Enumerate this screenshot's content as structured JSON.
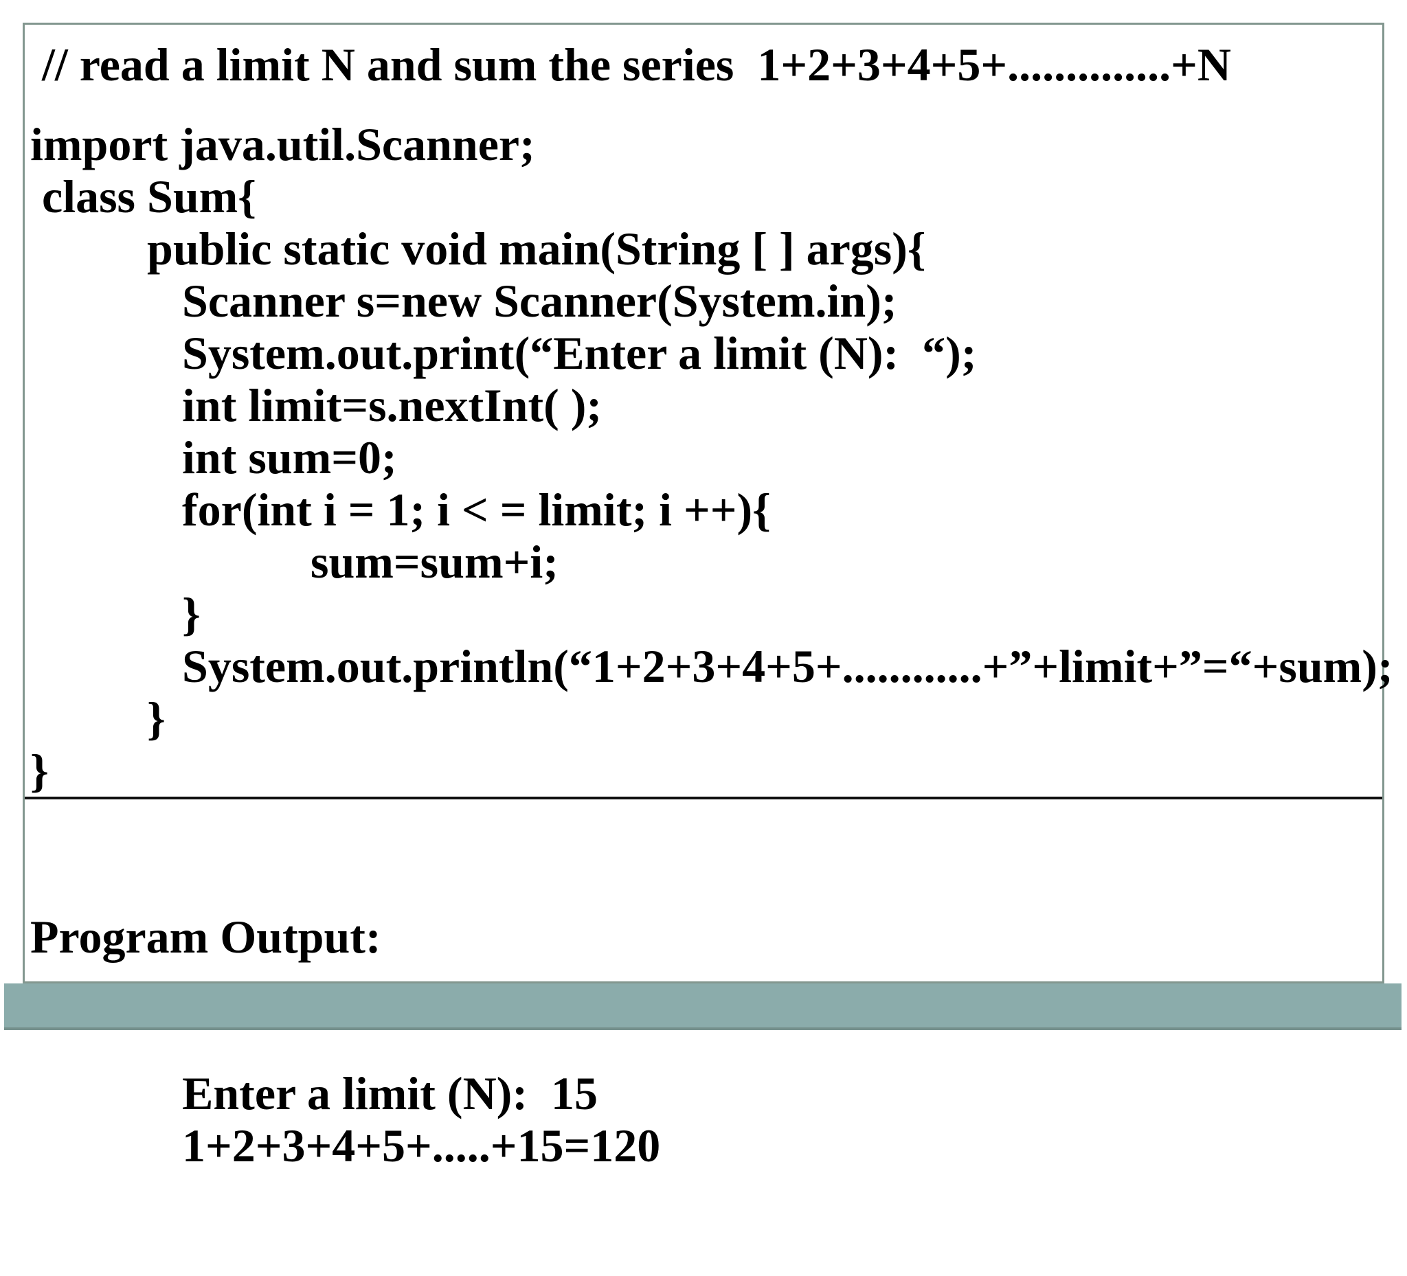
{
  "colors": {
    "box_border": "#83978F",
    "separator": "#101010",
    "bottom_bar": "#8BACAB",
    "bottom_bar_edge": "#75908C",
    "text": "#000000"
  },
  "code": {
    "lines": [
      " // read a limit N and sum the series  1+2+3+4+5+..............+N",
      "",
      "import java.util.Scanner;",
      " class Sum{",
      "          public static void main(String [ ] args){",
      "             Scanner s=new Scanner(System.in);",
      "             System.out.print(“Enter a limit (N):  “);",
      "             int limit=s.nextInt( );",
      "             int sum=0;",
      "             for(int i = 1; i < = limit; i ++){",
      "                        sum=sum+i;",
      "             }",
      "             System.out.println(“1+2+3+4+5+............+”+limit+”=“+sum);",
      "          }",
      "}"
    ]
  },
  "output": {
    "heading": "Program Output:",
    "lines": [
      "             Enter a limit (N):  15",
      "             1+2+3+4+5+.....+15=120"
    ]
  }
}
